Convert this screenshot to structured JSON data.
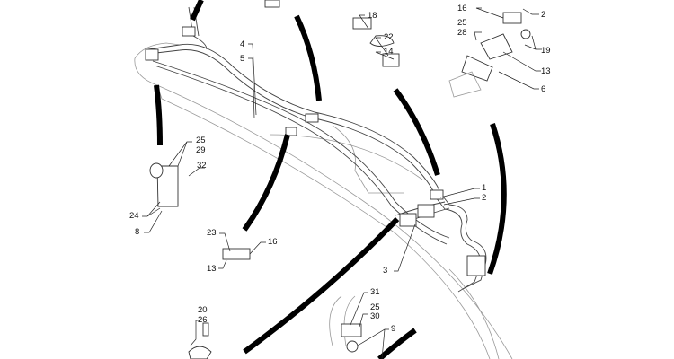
{
  "labels": {
    "top_18": "18",
    "top_22": "22",
    "top_14": "14",
    "top_16": "16",
    "top_2": "2",
    "top_25": "25",
    "top_28": "28",
    "top_19": "19",
    "top_13": "13",
    "top_6": "6",
    "pipe_4": "4",
    "pipe_5": "5",
    "left_25": "25",
    "left_29": "29",
    "left_32": "32",
    "left_24": "24",
    "left_8": "8",
    "right_1": "1",
    "right_2": "2",
    "mid_23": "23",
    "mid_16": "16",
    "mid_13": "13",
    "mid_3": "3",
    "bot_31": "31",
    "bot_25": "25",
    "bot_30": "30",
    "bot_9": "9",
    "bot_20": "20",
    "bot_26": "26"
  }
}
